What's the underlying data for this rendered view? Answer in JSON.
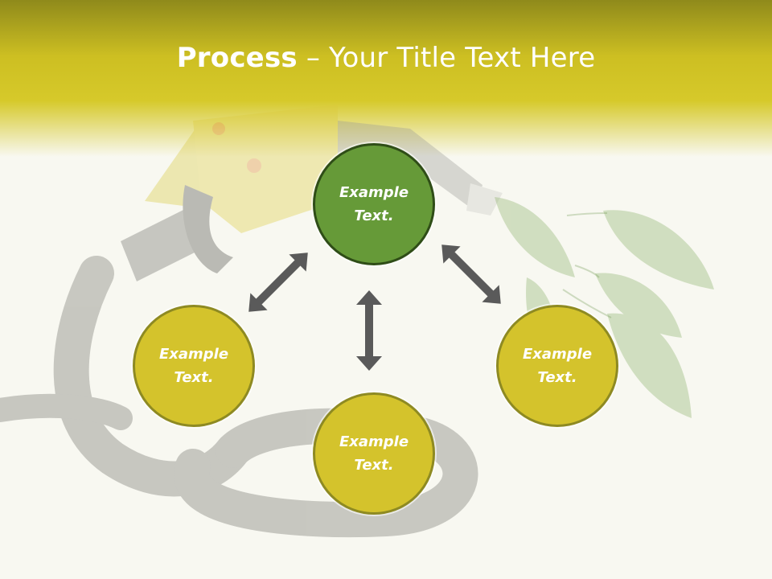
{
  "slide": {
    "title_bold": "Process",
    "title_rest": " – Your Title Text Here"
  },
  "nodes": {
    "top": {
      "line1": "Example",
      "line2": "Text."
    },
    "left": {
      "line1": "Example",
      "line2": "Text."
    },
    "right": {
      "line1": "Example",
      "line2": "Text."
    },
    "bottom": {
      "line1": "Example",
      "line2": "Text."
    }
  },
  "colors": {
    "header": "#d6c92a",
    "node_fill": "#d4c32c",
    "node_center": "#669a38",
    "arrow": "#5a5a5a"
  }
}
